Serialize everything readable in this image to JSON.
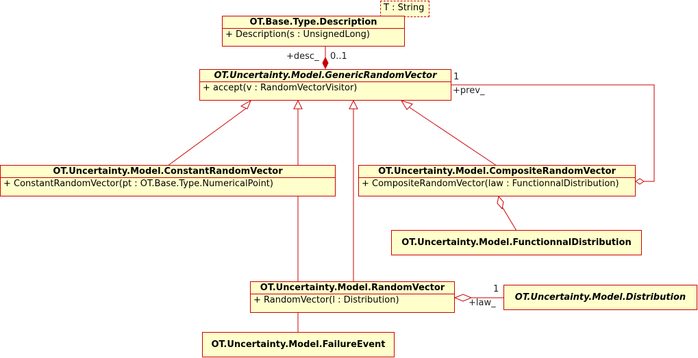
{
  "classes": {
    "description": {
      "name": "OT.Base.Type.Description",
      "op": "+ Description(s : UnsignedLong)",
      "template": "T : String"
    },
    "generic": {
      "name": "OT.Uncertainty.Model.GenericRandomVector",
      "op": "+ accept(v : RandomVectorVisitor)"
    },
    "constant": {
      "name": "OT.Uncertainty.Model.ConstantRandomVector",
      "op": "+ ConstantRandomVector(pt : OT.Base.Type.NumericalPoint)"
    },
    "composite": {
      "name": "OT.Uncertainty.Model.CompositeRandomVector",
      "op": "+ CompositeRandomVector(law : FunctionnalDistribution)"
    },
    "functionnal": {
      "name": "OT.Uncertainty.Model.FunctionnalDistribution"
    },
    "random": {
      "name": "OT.Uncertainty.Model.RandomVector",
      "op": "+ RandomVector(l : Distribution)"
    },
    "distribution": {
      "name": "OT.Uncertainty.Model.Distribution"
    },
    "failure": {
      "name": "OT.Uncertainty.Model.FailureEvent"
    }
  },
  "labels": {
    "desc_role": "+desc_",
    "desc_mult": "0..1",
    "prev_mult": "1",
    "prev_role": "+prev_",
    "law_mult": "1",
    "law_role": "+law_"
  },
  "colors": {
    "line": "#cc0000",
    "fill": "#ffffcc"
  }
}
